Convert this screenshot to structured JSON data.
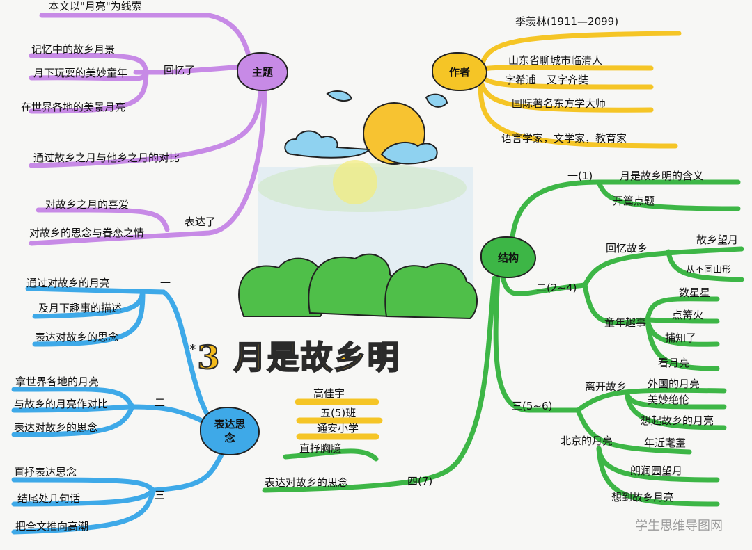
{
  "title": {
    "number": "3",
    "mark": "*",
    "text": "月是故乡明"
  },
  "author_block": {
    "name": "高佳宇",
    "class": "五(5)班",
    "school": "通安小学"
  },
  "watermark": "学生思维导图网",
  "colors": {
    "purple": "#c78ae6",
    "yellow": "#f5c526",
    "green": "#3db646",
    "blue": "#3ea9e8",
    "sun": "#f7c331"
  },
  "theme": {
    "node": "主题",
    "line1": "本文以\"月亮\"为线索",
    "recall_label": "回忆了",
    "recall": [
      "记忆中的故乡月景",
      "月下玩耍的美妙童年",
      "在世界各地的美景月亮"
    ],
    "contrast": "通过故乡之月与他乡之月的对比",
    "express_label": "表达了",
    "express": [
      "对故乡之月的喜爱",
      "对故乡的思念与眷恋之情"
    ]
  },
  "author": {
    "node": "作者",
    "items": [
      "季羡林(1911—2099)",
      "山东省聊城市临清人",
      "字希逋　又字齐奘",
      "国际著名东方学大师",
      "语言学家，文学家，教育家"
    ]
  },
  "structure": {
    "node": "结构",
    "p1_label": "一(1)",
    "p1": [
      "月是故乡明的含义",
      "开篇点题"
    ],
    "p2_label": "二(2~4)",
    "recall_label": "回忆故乡",
    "recall": [
      "故乡望月",
      "从不同山形"
    ],
    "childhood_label": "童年趣事",
    "childhood": [
      "数星星",
      "点篝火",
      "捕知了",
      "看月亮"
    ],
    "p3_label": "三(5~6)",
    "leave_label": "离开故乡",
    "leave": [
      "外国的月亮",
      "美妙绝伦",
      "想起故乡的月亮"
    ],
    "beijing_label": "北京的月亮",
    "beijing": [
      "年近耄耋",
      "朗润园望月",
      "想到故乡月亮"
    ],
    "p4_label": "四(7)",
    "p4": [
      "直抒胸臆",
      "表达对故乡的思念"
    ]
  },
  "expression": {
    "node": "表达思念",
    "one_label": "一",
    "one": [
      "通过对故乡的月亮",
      "及月下趣事的描述",
      "表达对故乡的思念"
    ],
    "two_label": "二",
    "two": [
      "拿世界各地的月亮",
      "与故乡的月亮作对比",
      "表达对故乡的思念"
    ],
    "three_label": "三",
    "three": [
      "直抒表达思念",
      "结尾处几句话",
      "把全文推向高潮"
    ]
  }
}
